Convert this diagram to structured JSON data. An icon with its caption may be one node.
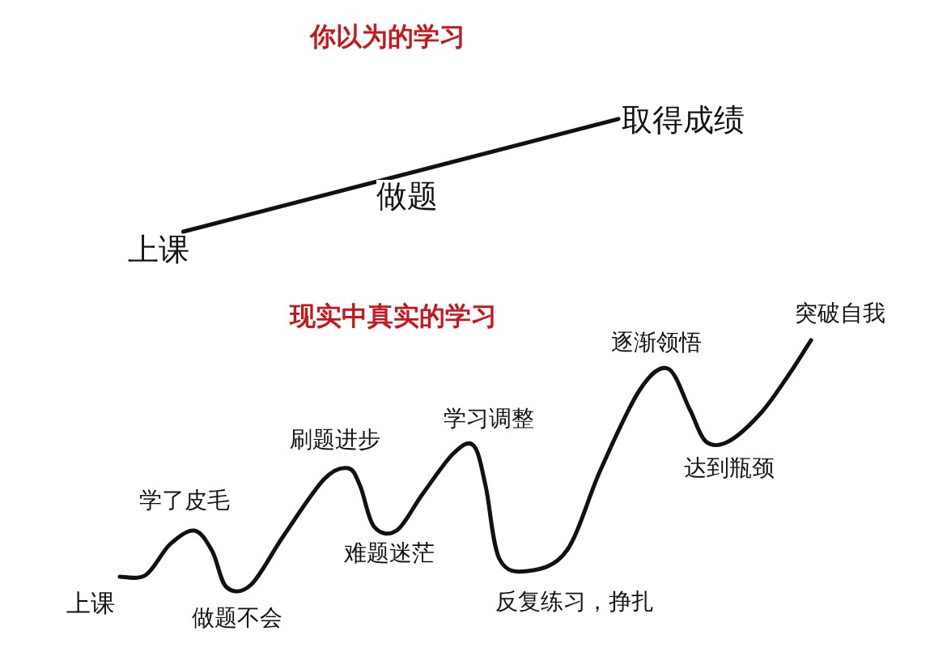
{
  "diagram": {
    "nodes": [
      {
        "text": [
          "上课"
        ]
      },
      {
        "text": [
          "取得成绩"
        ]
      }
    ],
    "edges": [
      {
        "from": 0,
        "to": 1,
        "arrow": "none",
        "label": "做题"
      }
    ],
    "labels": [
      "你以为的学习",
      "现实中真实的学习",
      "突破自我",
      "逐渐领悟",
      "学习调整",
      "刷题进步",
      "学了皮毛",
      "达到瓶颈",
      "难题迷茫",
      "上课",
      "做题不会",
      "反复练习，挣扎"
    ]
  }
}
